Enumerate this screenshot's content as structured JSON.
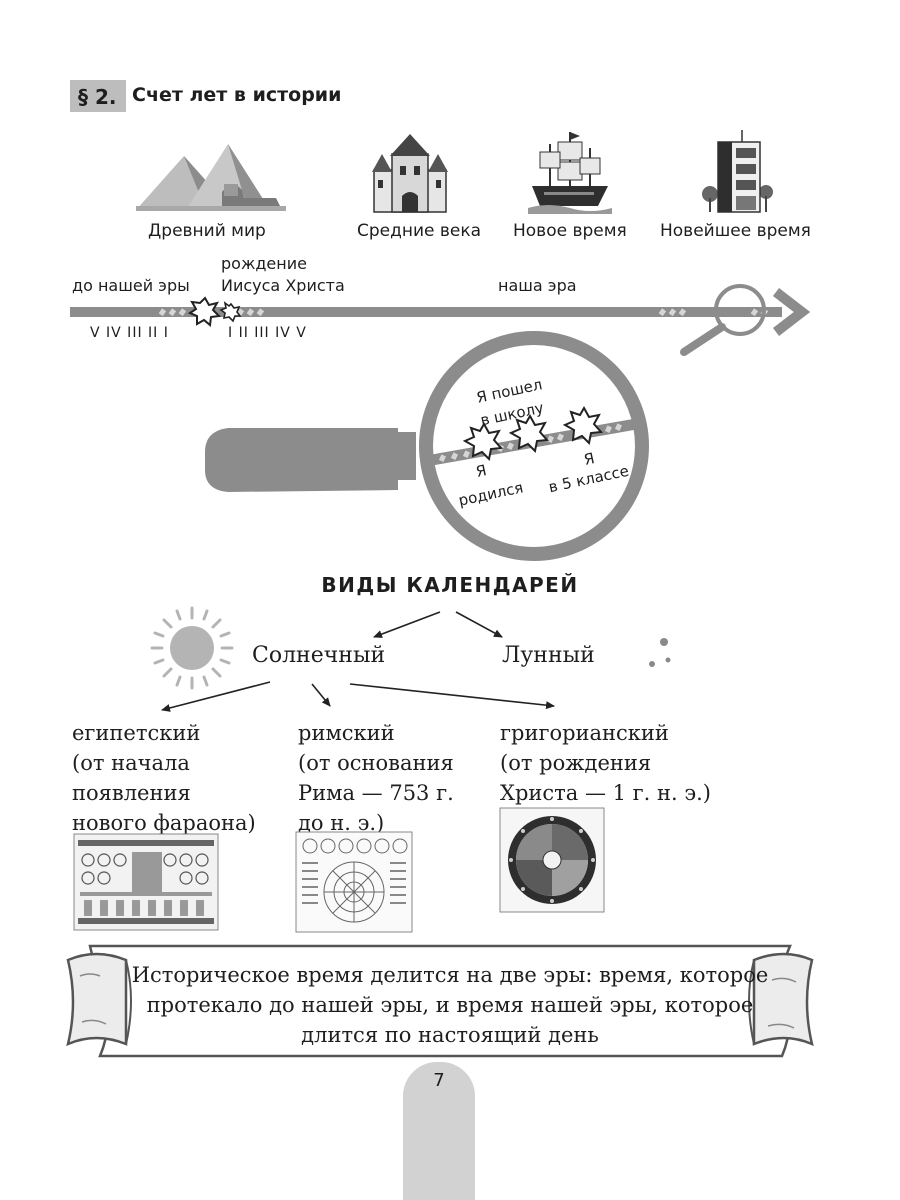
{
  "paragraph": {
    "number": "§ 2.",
    "title": "Счет лет в истории"
  },
  "eras": [
    {
      "label": "Древний мир",
      "icon": "pyramids-icon"
    },
    {
      "label": "Средние века",
      "icon": "castle-icon"
    },
    {
      "label": "Новое время",
      "icon": "ship-icon"
    },
    {
      "label": "Новейшее время",
      "icon": "building-icon"
    }
  ],
  "timeline": {
    "bce_label": "до нашей эры",
    "birth_line1": "рождение",
    "birth_line2": "Иисуса Христа",
    "ce_label": "наша эра",
    "bce_centuries": "V  IV  III  II  I",
    "ce_centuries": "I  II  III  IV  V"
  },
  "magnifier": {
    "school_line1": "Я пошел",
    "school_line2": "в школу",
    "born_line1": "Я",
    "born_line2": "родился",
    "grade_line1": "Я",
    "grade_line2": "в 5 классе"
  },
  "calendars": {
    "title": "ВИДЫ КАЛЕНДАРЕЙ",
    "solar": "Солнечный",
    "lunar": "Лунный",
    "egyptian": [
      "египетский",
      "(от начала",
      "появления",
      "нового фараона)"
    ],
    "roman": [
      "римский",
      "(от основания",
      "Рима — 753 г.",
      "до н. э.)"
    ],
    "gregorian": [
      "григорианский",
      "(от рождения",
      "Христа — 1 г. н. э.)"
    ]
  },
  "scroll": {
    "lines": [
      "Историческое время делится на две эры: время, которое",
      "протекало до нашей эры, и время нашей эры, которое",
      "длится по настоящий день"
    ]
  },
  "page_number": "7"
}
